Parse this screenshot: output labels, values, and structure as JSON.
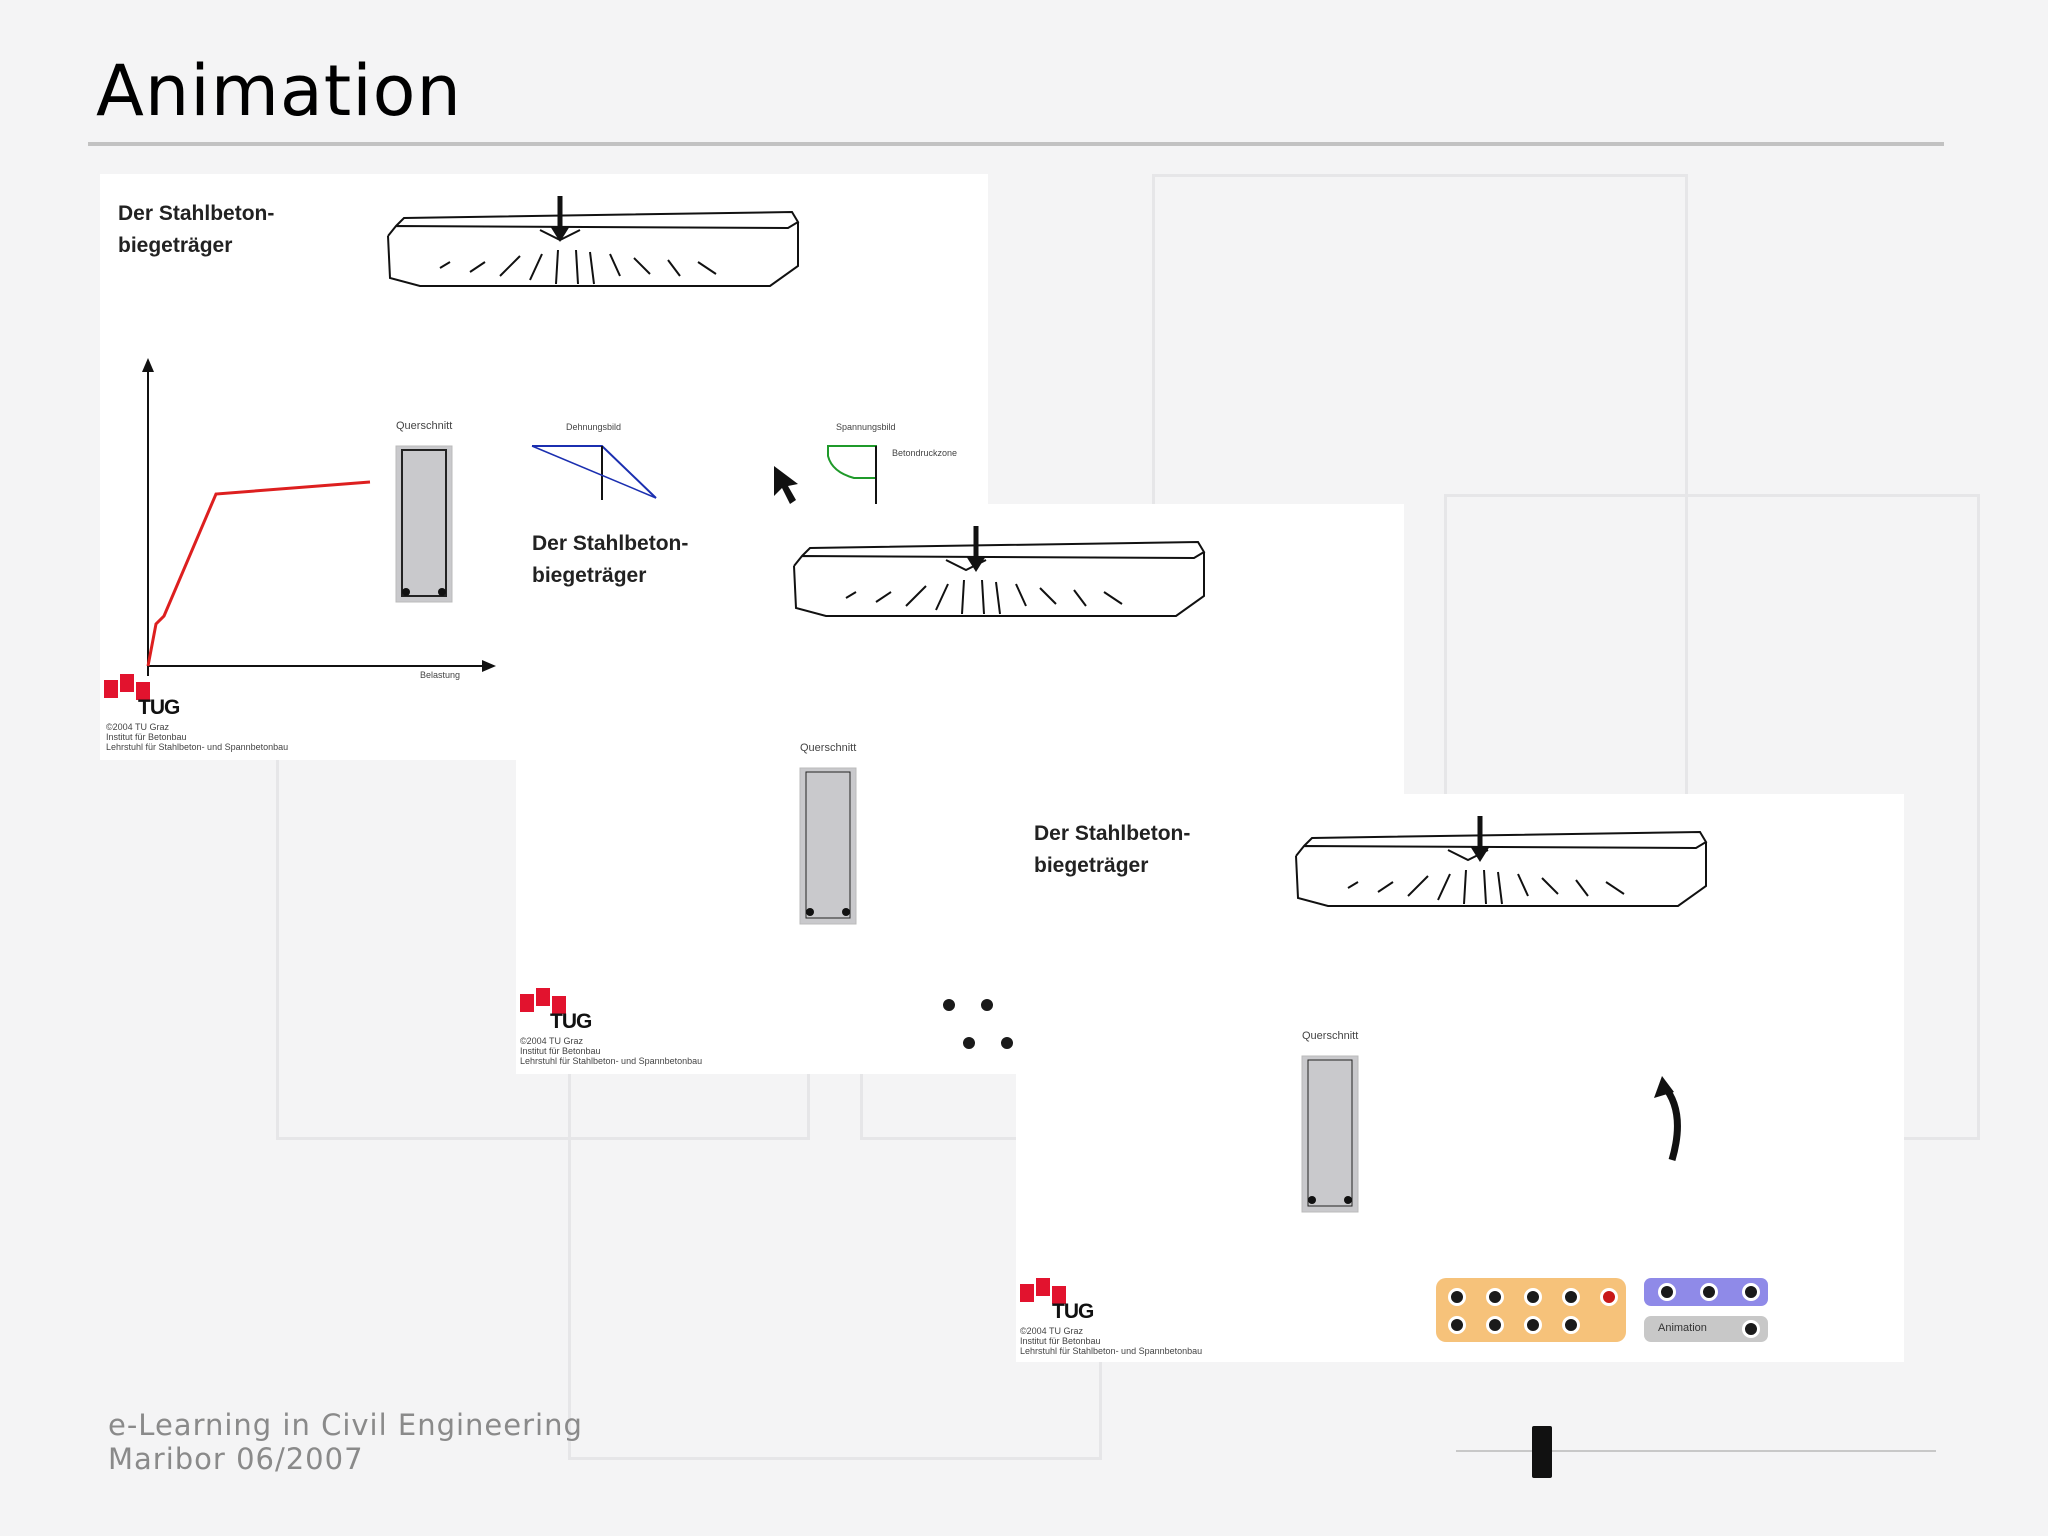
{
  "page": {
    "title": "Animation"
  },
  "slides": [
    {
      "heading": "Der Stahlbeton-\nbiegeträger",
      "section_label": "Querschnitt",
      "strain_label": "Dehnungsbild",
      "stress_label": "Spannungsbild",
      "stress_sub_label": "Betondruckzone",
      "x_axis_label": "Belastung",
      "logo_text": "TUG",
      "credit_lines": [
        "©2004 TU Graz",
        "Institut für Betonbau",
        "Lehrstuhl für Stahlbeton- und Spannbetonbau"
      ]
    },
    {
      "heading": "Der Stahlbeton-\nbiegeträger",
      "section_label": "Querschnitt",
      "logo_text": "TUG",
      "credit_lines": [
        "©2004 TU Graz",
        "Institut für Betonbau",
        "Lehrstuhl für Stahlbeton- und Spannbetonbau"
      ]
    },
    {
      "heading": "Der Stahlbeton-\nbiegeträger",
      "section_label": "Querschnitt",
      "logo_text": "TUG",
      "credit_lines": [
        "©2004 TU Graz",
        "Institut für Betonbau",
        "Lehrstuhl für Stahlbeton- und Spannbetonbau"
      ],
      "control_pill_label": "Animation"
    }
  ],
  "footer": {
    "line1": "e-Learning in Civil Engineering",
    "line2": "Maribor 06/2007"
  },
  "colors": {
    "accent_red": "#e2132e",
    "control_orange": "#f6c27a",
    "control_purple": "#8f8ae8",
    "graph_red": "#dd1f1f",
    "strain_blue": "#1b2fb0",
    "stress_green": "#1f9a2a"
  },
  "icons": [
    "mouse-cursor-icon",
    "curved-arrow-icon"
  ],
  "slider": {
    "value": 0.18
  }
}
